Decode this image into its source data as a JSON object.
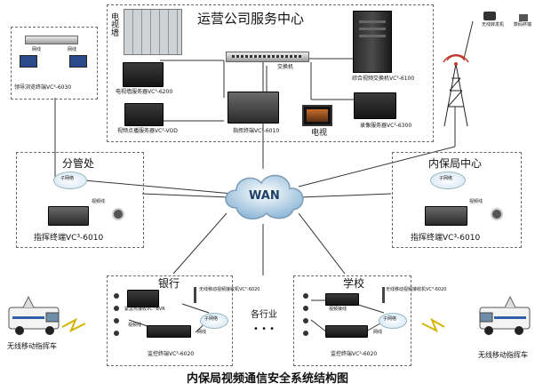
{
  "top_center": {
    "title": "运营公司服务中心",
    "video_wall_label": "电视墙",
    "switch_label": "交换机",
    "tv_wall_server": "电视墙服务器VC³-6200",
    "vod_server": "视频点播服务器VC³-VOD",
    "command_terminal": "指挥终端VC³-6010",
    "tv_label": "电视",
    "integrated_switch": "综合视频交换机VC³-6100",
    "recording_server": "录像服务器VC³-6300"
  },
  "top_left": {
    "leader_terminal": "领导浏览终端VC³-6030",
    "net_a": "网线",
    "net_b": "网线"
  },
  "top_right": {
    "wireless_transfer": "无线转发机",
    "digital_terminal": "数码终端"
  },
  "branch": {
    "title": "分管处",
    "subnet": "子网络",
    "video_line": "视频线",
    "terminal": "指挥终端VC³-6010"
  },
  "inner_center": {
    "title": "内保局中心",
    "subnet": "子网络",
    "video_line": "视频线",
    "terminal": "指挥终端VC³-6010"
  },
  "wan_label": "WAN",
  "bank": {
    "title": "银行",
    "emergency": "紧急点接收VC³-BVR",
    "wireless": "无线移动视频接收机VC³-6020",
    "subnet": "子网络",
    "video_line": "视频线",
    "net_line": "网线",
    "monitor": "监控终端VC³-6020"
  },
  "school": {
    "title": "学校",
    "video_rack": "视频接线",
    "wireless": "无线移动视频接收机VC³-6020",
    "subnet": "子网络",
    "net_line": "网线",
    "monitor": "监控终端VC³-6020"
  },
  "industries_label": "各行业",
  "industries_dots": "• • •",
  "vehicle_left": "无线移动指挥车",
  "vehicle_right": "无线移动指挥车",
  "caption": "内保局视频通信安全系统结构图"
}
